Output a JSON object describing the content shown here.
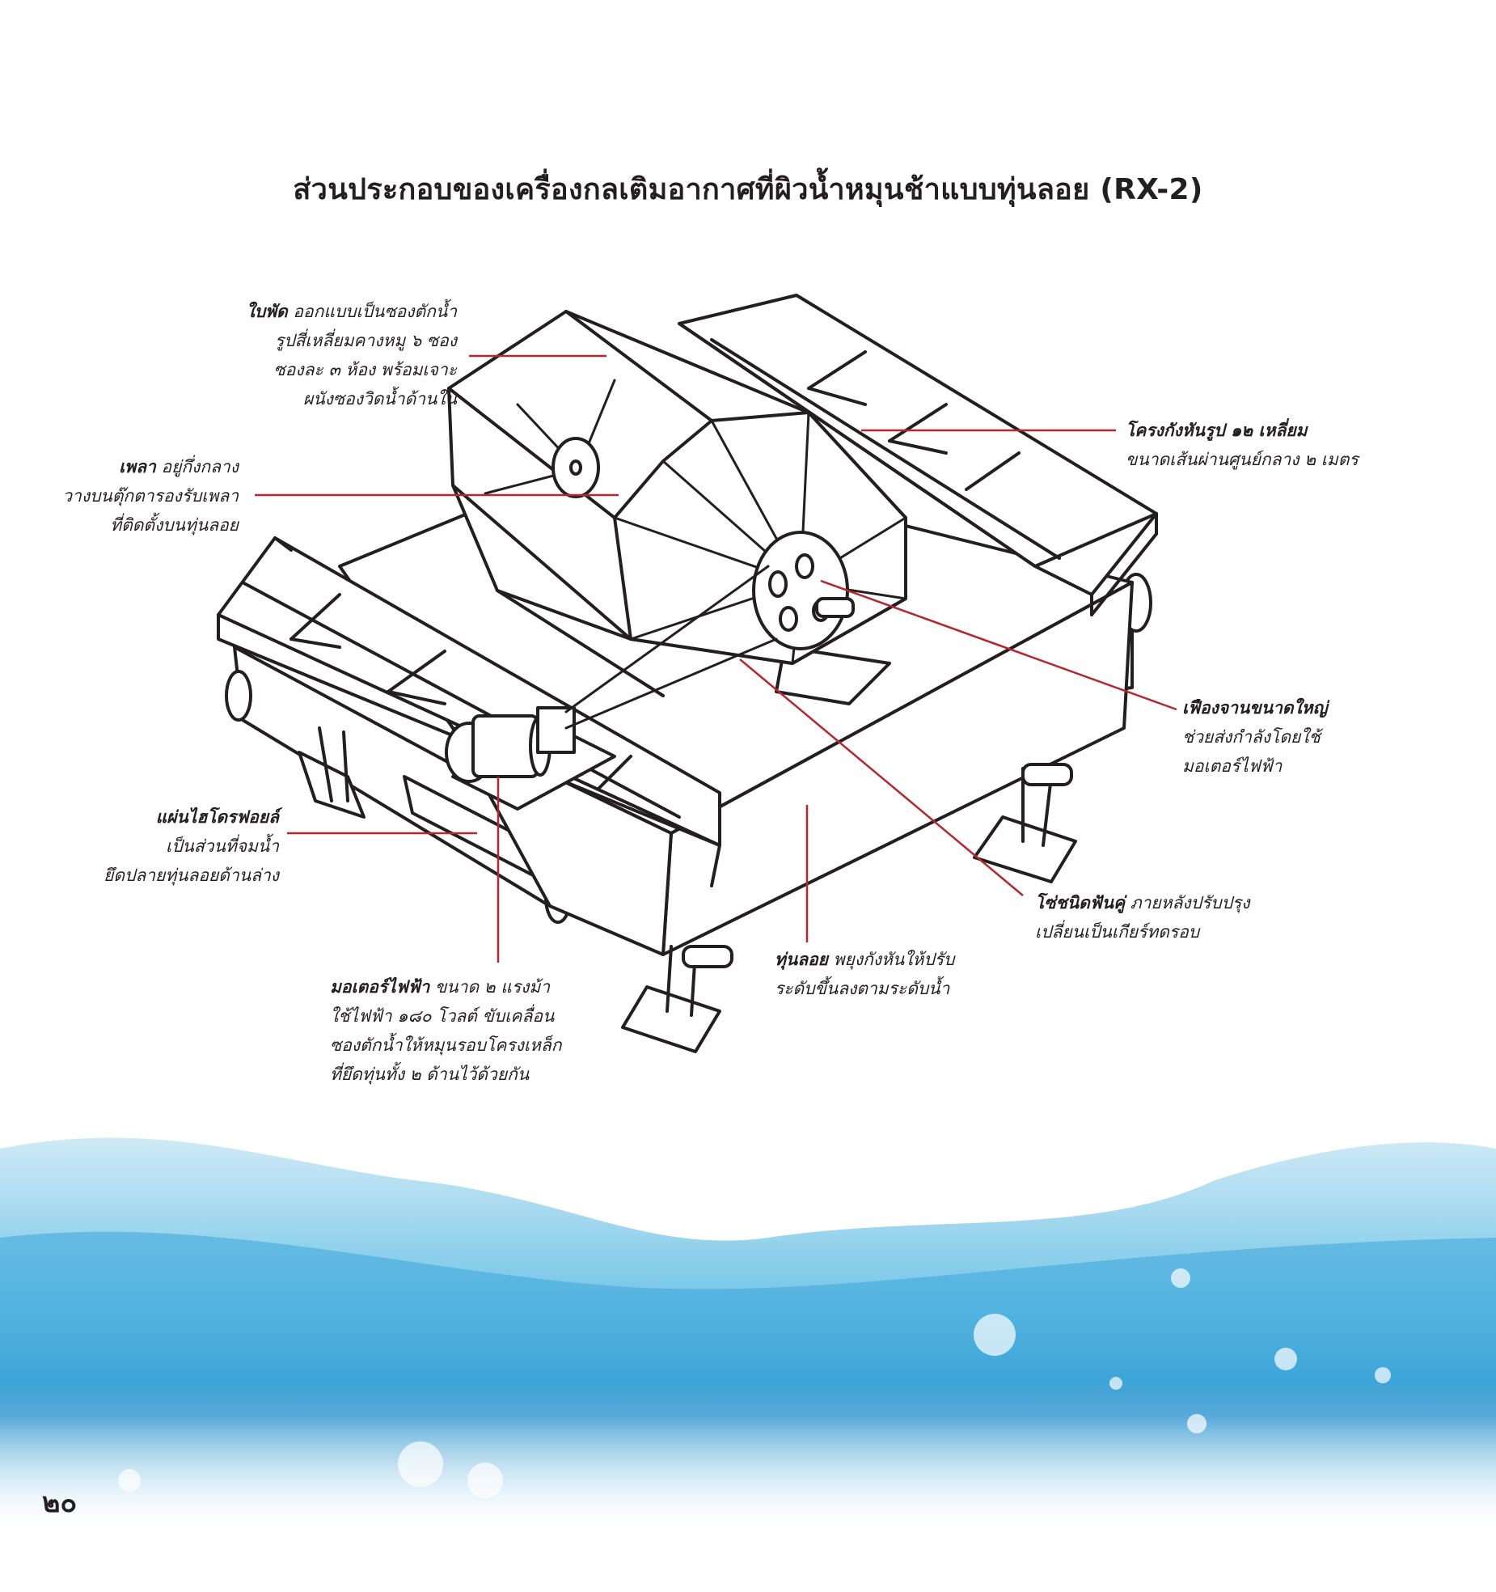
{
  "title": "ส่วนประกอบของเครื่องกลเติมอากาศที่ผิวน้ำหมุนช้าแบบทุ่นลอย (RX-2)",
  "callouts": {
    "blade": {
      "term": "ใบพัด",
      "lines": [
        "ออกแบบเป็นซองตักน้ำ",
        "รูปสี่เหลี่ยมคางหมู ๖ ซอง",
        "ซองละ ๓ ห้อง พร้อมเจาะ",
        "ผนังซองวิดน้ำด้านใน"
      ]
    },
    "shaft": {
      "term": "เพลา",
      "lines": [
        "อยู่กึ่งกลาง",
        "วางบนตุ๊กตารองรับเพลา",
        "ที่ติดตั้งบนทุ่นลอย"
      ]
    },
    "frame": {
      "term": "โครงกังหันรูป ๑๒ เหลี่ยม",
      "lines": [
        "ขนาดเส้นผ่านศูนย์กลาง ๒ เมตร"
      ]
    },
    "gear": {
      "term": "เฟืองจานขนาดใหญ่",
      "lines": [
        "ช่วยส่งกำลังโดยใช้",
        "มอเตอร์ไฟฟ้า"
      ]
    },
    "hydrofoil": {
      "term": "แผ่นไฮโดรฟอยล์",
      "lines": [
        "เป็นส่วนที่จมน้ำ",
        "ยึดปลายทุ่นลอยด้านล่าง"
      ]
    },
    "chain": {
      "term": "โซ่ชนิดฟันคู่",
      "lines": [
        "ภายหลังปรับปรุง",
        "เปลี่ยนเป็นเกียร์ทดรอบ"
      ]
    },
    "float": {
      "term": "ทุ่นลอย",
      "lines": [
        "พยุงกังหันให้ปรับ",
        "ระดับขึ้นลงตามระดับน้ำ"
      ]
    },
    "motor": {
      "term": "มอเตอร์ไฟฟ้า",
      "lines": [
        "ขนาด ๒ แรงม้า",
        "ใช้ไฟฟ้า ๑๘๐ โวลต์ ขับเคลื่อน",
        "ซองตักน้ำให้หมุนรอบโครงเหล็ก",
        "ที่ยึดทุ่นทั้ง ๒ ด้านไว้ด้วยกัน"
      ]
    }
  },
  "page_number": "๒๐",
  "colors": {
    "leader_line": "#b3272d",
    "line_art": "#231f20",
    "water_light": "#cfeaf6",
    "water_mid": "#6cc2e6",
    "water_deep": "#2a93cf"
  }
}
